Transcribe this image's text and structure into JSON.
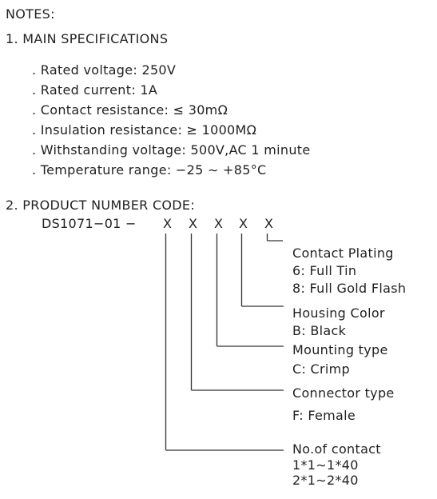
{
  "notes_heading": "NOTES:",
  "specifications": {
    "heading": "1. MAIN SPECIFICATIONS",
    "items": [
      ". Rated voltage: 250V",
      ". Rated current: 1A",
      ". Contact resistance: ≤ 30mΩ",
      ". Insulation resistance: ≥ 1000MΩ",
      ". Withstanding voltage: 500V,AC 1 minute",
      ". Temperature range: −25 ∼ +85°C"
    ]
  },
  "product_code": {
    "heading": "2. PRODUCT NUMBER CODE:",
    "prefix": "DS1071−01 −",
    "placeholders": [
      "X",
      "X",
      "X",
      "X",
      "X"
    ],
    "callouts": [
      {
        "title": "Contact Plating",
        "lines": [
          "6: Full Tin",
          "8: Full Gold Flash"
        ]
      },
      {
        "title": "Housing Color",
        "lines": [
          "B: Black"
        ]
      },
      {
        "title": "Mounting type",
        "lines": [
          "C: Crimp"
        ]
      },
      {
        "title": "Connector type",
        "lines": [
          "F: Female"
        ]
      },
      {
        "title": "No.of contact",
        "lines": [
          "1*1∼1*40",
          "2*1∼2*40"
        ]
      }
    ]
  }
}
